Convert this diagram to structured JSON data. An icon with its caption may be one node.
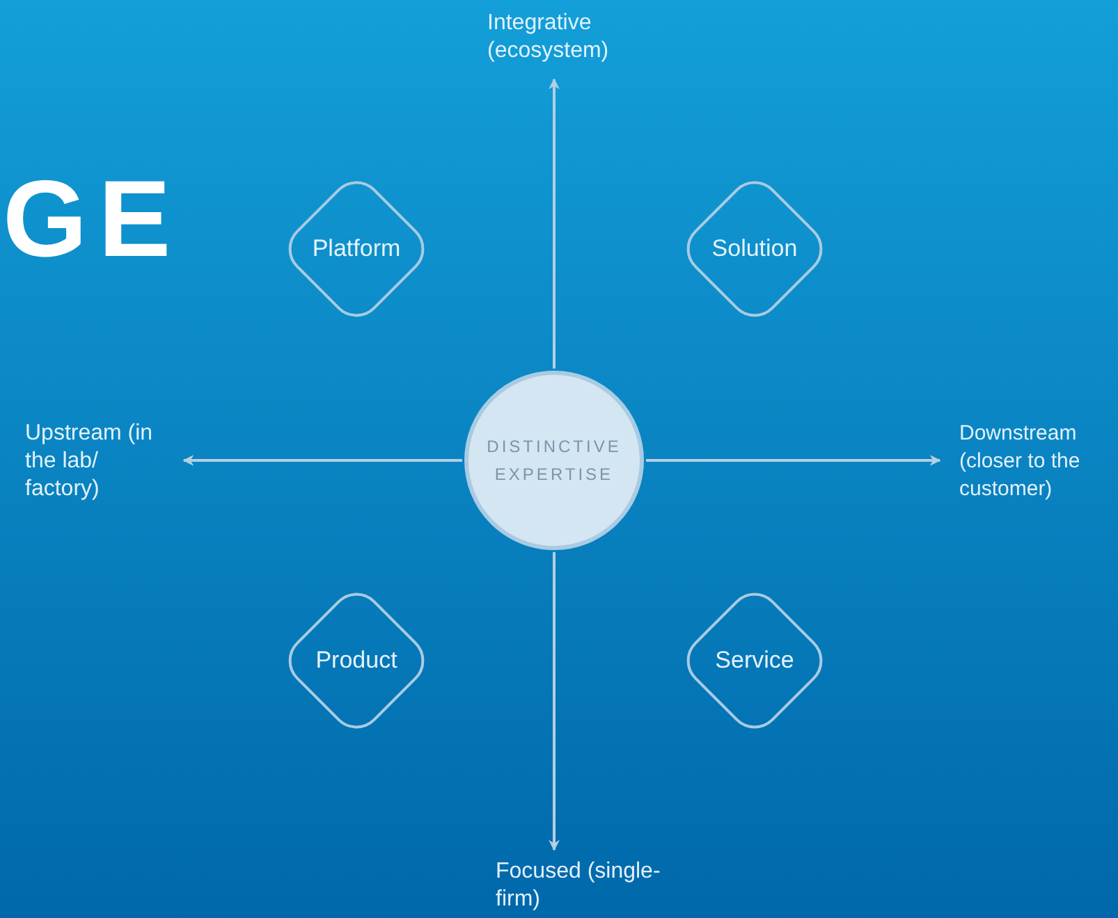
{
  "diagram": {
    "nodes": [
      {
        "text": [
          "Integrative (ecosystem)"
        ]
      },
      {
        "text": [
          "Platform"
        ]
      },
      {
        "text": [
          "Solution"
        ]
      },
      {
        "text": [
          "Upstream (in the lab/ factory)"
        ]
      },
      {
        "text": [
          "DISTINCTIVE EXPERTISE"
        ]
      },
      {
        "text": [
          "Downstream (closer to the customer)"
        ]
      },
      {
        "text": [
          "Product"
        ]
      },
      {
        "text": [
          "Service"
        ]
      },
      {
        "text": [
          "Focused (single-firm)"
        ]
      }
    ],
    "edges": [
      {
        "from": 4,
        "to": 0,
        "arrow": "to"
      },
      {
        "from": 4,
        "to": 3,
        "arrow": "to"
      },
      {
        "from": 4,
        "to": 5,
        "arrow": "to"
      },
      {
        "from": 4,
        "to": 8,
        "arrow": "to"
      }
    ],
    "labels": [
      "GE"
    ]
  }
}
